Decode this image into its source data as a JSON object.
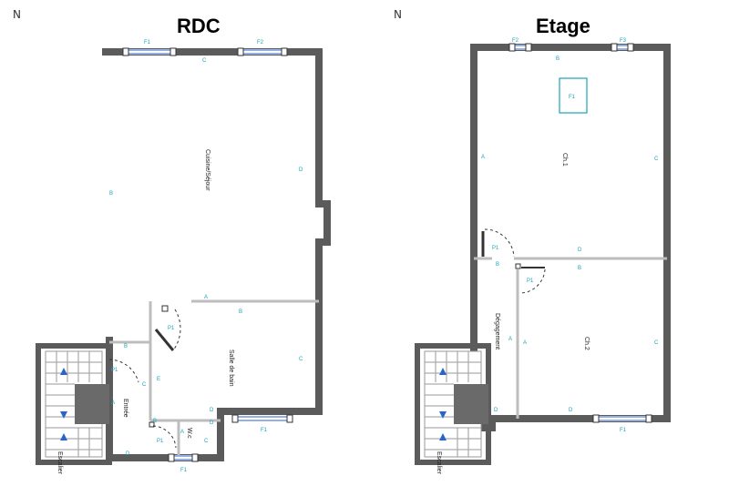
{
  "plans": {
    "rdc": {
      "title": "RDC",
      "north": "N",
      "rooms": {
        "living": "Cuisine/Séjour",
        "bath": "Salle de bain",
        "entry": "Entrée",
        "wc": "W.c",
        "stair": "Escalier"
      },
      "windows": {
        "f1_top": "F1",
        "f2_top": "F2",
        "f1_bath": "F1",
        "f1_wc": "F1"
      },
      "doors": {
        "p1_bath": "P1",
        "p1_entry": "P1",
        "p1_wc": "P1"
      },
      "wall_codes": {
        "c_top": "C",
        "d_right": "D",
        "b_left": "B",
        "a_bath": "A",
        "b_bath": "B",
        "c_bath": "C",
        "d_bath": "D",
        "b_entry": "B",
        "c_entry": "C",
        "a_entry": "A",
        "e_entry": "E",
        "d_entry": "D",
        "a_wc": "A",
        "b_wc": "B",
        "c_wc": "C",
        "d_wc": "D"
      }
    },
    "etage": {
      "title": "Etage",
      "north": "N",
      "rooms": {
        "ch1": "Ch.1",
        "ch2": "Ch.2",
        "deg": "Dégagement",
        "stair": "Escalier"
      },
      "windows": {
        "f2_top": "F2",
        "f3_top": "F3",
        "f1_skylight": "F1",
        "f1_bottom": "F1"
      },
      "doors": {
        "p1_ch1": "P1",
        "p1_ch2": "P1"
      },
      "wall_codes": {
        "b_top": "B",
        "a_left": "A",
        "c_right": "C",
        "d_ch1": "D",
        "b_ch2": "B",
        "c_ch2": "C",
        "d_ch2": "D",
        "a_ch2": "A",
        "b_deg": "B",
        "a_deg": "A",
        "d_deg": "D"
      }
    }
  },
  "colors": {
    "wall": "#5b5b5b",
    "partition": "#bdbdbd",
    "tag": "#1aa3b8",
    "stair_arrow": "#2b63c8"
  }
}
